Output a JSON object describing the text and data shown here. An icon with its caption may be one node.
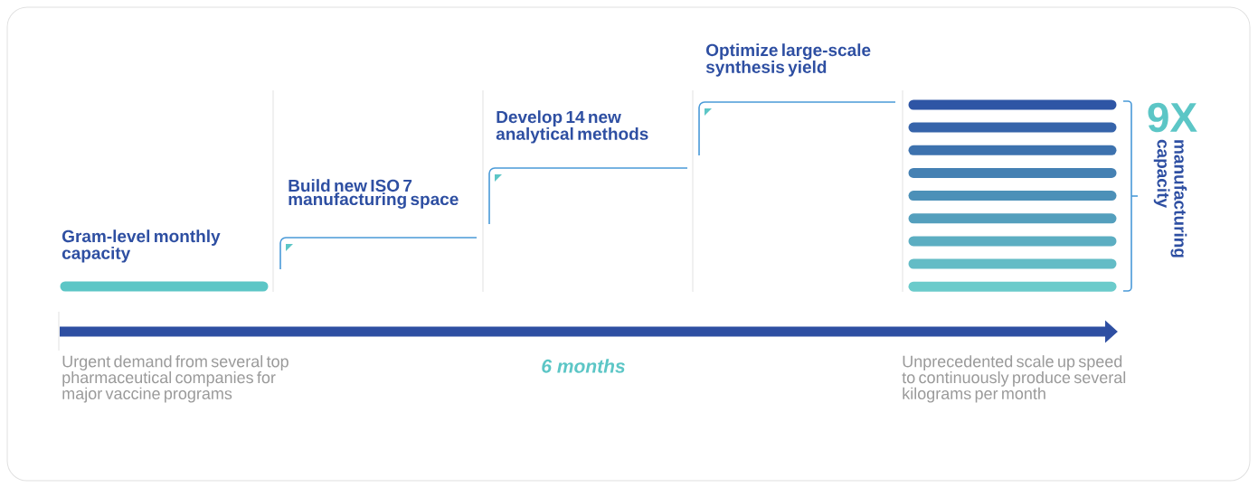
{
  "diagram": {
    "labels": [
      "Gram-level monthly capacity",
      "Build new ISO 7 manufacturing space",
      "Develop 14 new analytical methods",
      "Optimize large-scale synthesis yield",
      "9X",
      "manufacturing capacity",
      "Urgent demand from several top pharmaceutical companies for major vaccine programs",
      "6 months",
      "Unprecedented scale up speed to continuously produce several kilograms per month"
    ]
  }
}
